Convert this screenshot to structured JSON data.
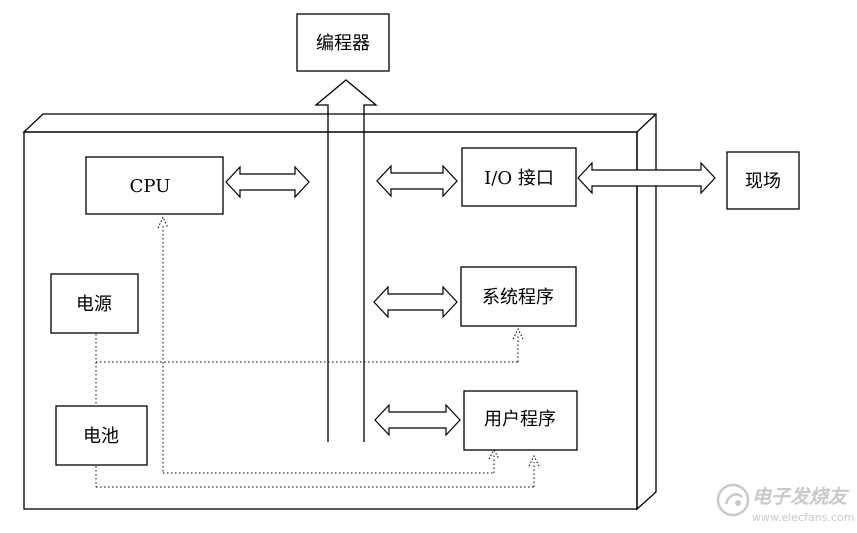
{
  "labels": {
    "programmer": "编程器",
    "cpu": "CPU",
    "io": "I/O 接口",
    "field": "现场",
    "power": "电源",
    "system_program": "系统程序",
    "battery": "电池",
    "user_program": "用户程序"
  },
  "watermark": {
    "title": "电子发烧友",
    "url": "www.elecfans.com"
  }
}
